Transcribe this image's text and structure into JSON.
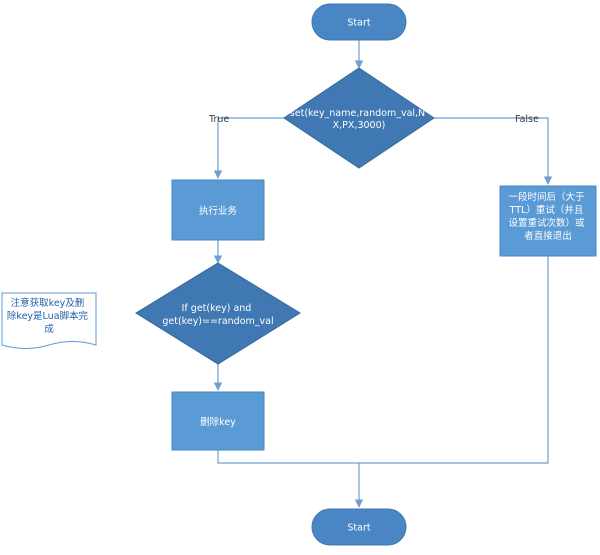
{
  "colors": {
    "node_fill": "#5b9bd5",
    "node_stroke": "#4a86bf",
    "decision_fill": "#3f78b2",
    "terminal_fill": "#4a86c4",
    "edge": "#6f9fd0",
    "note_stroke": "#5b9bd5"
  },
  "nodes": {
    "start": "Start",
    "acquire": [
      "set(key_name,random_val,N",
      "X,PX,3000)"
    ],
    "business": "执行业务",
    "check": [
      "If get(key) and",
      "get(key)==random_val"
    ],
    "delete": "删除key",
    "retry": [
      "一段时间后（大于",
      "TTL）重试（并且",
      "设置重试次数）或",
      "者直接退出"
    ],
    "end": "Start"
  },
  "edges": {
    "true_label": "True",
    "false_label": "False"
  },
  "note": [
    "注意获取key及删",
    "除key是Lua脚本完",
    "成"
  ]
}
